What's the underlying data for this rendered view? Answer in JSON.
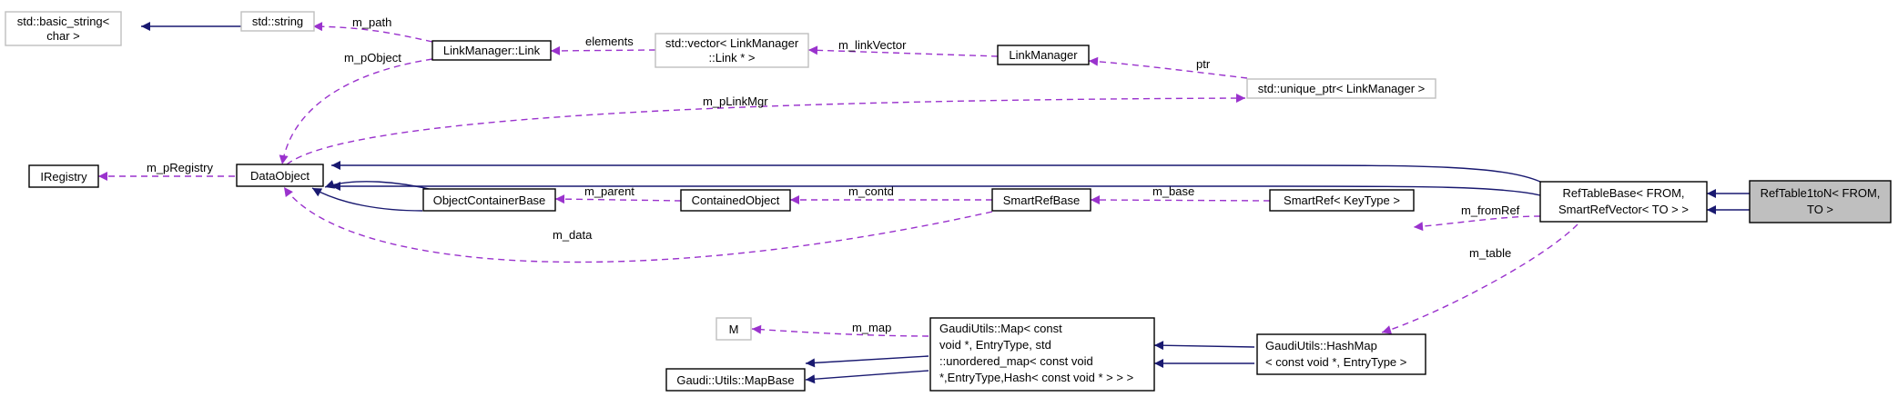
{
  "colors": {
    "inheritance": "#191970",
    "usage": "#9a32cd",
    "highlight_fill": "#bfbfbf",
    "ghost_border": "#bfbfbf"
  },
  "nodes": {
    "basic_string": {
      "lines": [
        "std::basic_string<",
        "char >"
      ]
    },
    "std_string": {
      "lines": [
        "std::string"
      ]
    },
    "link": {
      "lines": [
        "LinkManager::Link"
      ]
    },
    "vector_link": {
      "lines": [
        "std::vector< LinkManager",
        "::Link * >"
      ]
    },
    "linkmanager": {
      "lines": [
        "LinkManager"
      ]
    },
    "unique_ptr": {
      "lines": [
        "std::unique_ptr< LinkManager >"
      ]
    },
    "iregistry": {
      "lines": [
        "IRegistry"
      ]
    },
    "dataobject": {
      "lines": [
        "DataObject"
      ]
    },
    "objcontainerbase": {
      "lines": [
        "ObjectContainerBase"
      ]
    },
    "containedobject": {
      "lines": [
        "ContainedObject"
      ]
    },
    "smartrefbase": {
      "lines": [
        "SmartRefBase"
      ]
    },
    "smartref": {
      "lines": [
        "SmartRef< KeyType >"
      ]
    },
    "reftablebase": {
      "lines": [
        "RefTableBase< FROM,",
        "SmartRefVector< TO > >"
      ]
    },
    "reftable1ton": {
      "lines": [
        "RefTable1toN< FROM,",
        "TO >"
      ]
    },
    "m_node": {
      "lines": [
        "M"
      ]
    },
    "mapbase": {
      "lines": [
        "Gaudi::Utils::MapBase"
      ]
    },
    "gaudimap": {
      "lines": [
        "GaudiUtils::Map< const",
        " void *, EntryType, std",
        "::unordered_map< const void",
        " *,EntryType,Hash< const void * > > >"
      ]
    },
    "hashmap": {
      "lines": [
        "GaudiUtils::HashMap",
        "< const void *, EntryType >"
      ]
    }
  },
  "edge_labels": {
    "m_path": "m_path",
    "m_pObject": "m_pObject",
    "elements": "elements",
    "m_linkVector": "m_linkVector",
    "ptr": "ptr",
    "m_pLinkMgr": "m_pLinkMgr",
    "m_pRegistry": "m_pRegistry",
    "m_parent": "m_parent",
    "m_contd": "m_contd",
    "m_base": "m_base",
    "m_fromRef": "m_fromRef",
    "m_data": "m_data",
    "m_table": "m_table",
    "m_map": "m_map"
  }
}
